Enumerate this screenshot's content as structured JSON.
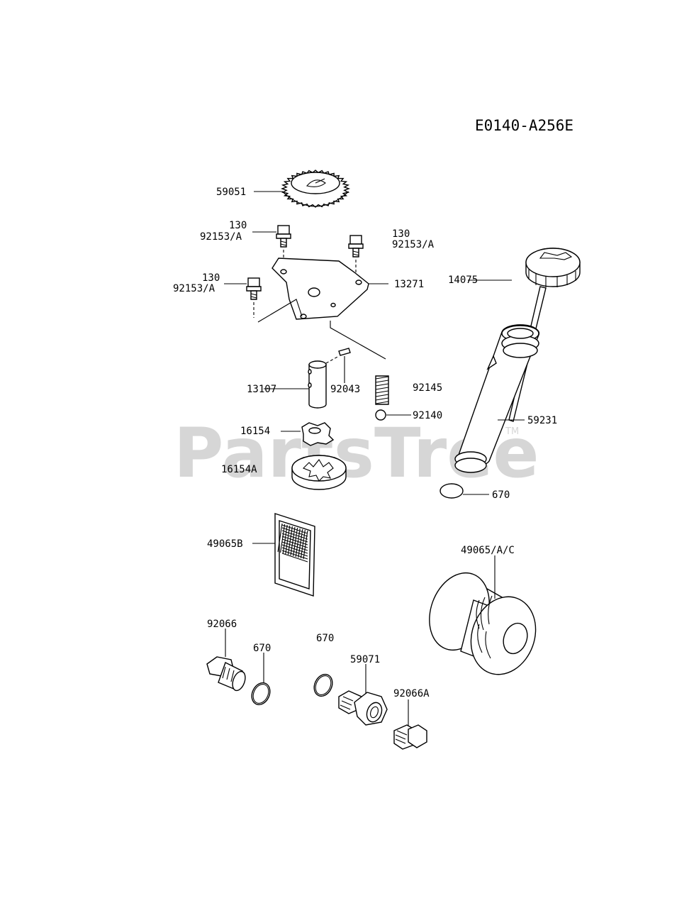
{
  "diagram_code": "E0140-A256E",
  "watermark": {
    "text": "PartsTree",
    "trademark": "TM"
  },
  "labels": {
    "p59051": "59051",
    "p130_a": "130",
    "p92153_a": "92153/A",
    "p130_b": "130",
    "p92153_b": "92153/A",
    "p130_c": "130",
    "p92153_c": "92153/A",
    "p13271": "13271",
    "p14075": "14075",
    "p13107": "13107",
    "p92043": "92043",
    "p92145": "92145",
    "p92140": "92140",
    "p59231": "59231",
    "p16154": "16154",
    "p16154A": "16154A",
    "p670_a": "670",
    "p49065B": "49065B",
    "p49065AC": "49065/A/C",
    "p92066": "92066",
    "p670_b": "670",
    "p670_c": "670",
    "p59071": "59071",
    "p92066A": "92066A"
  }
}
